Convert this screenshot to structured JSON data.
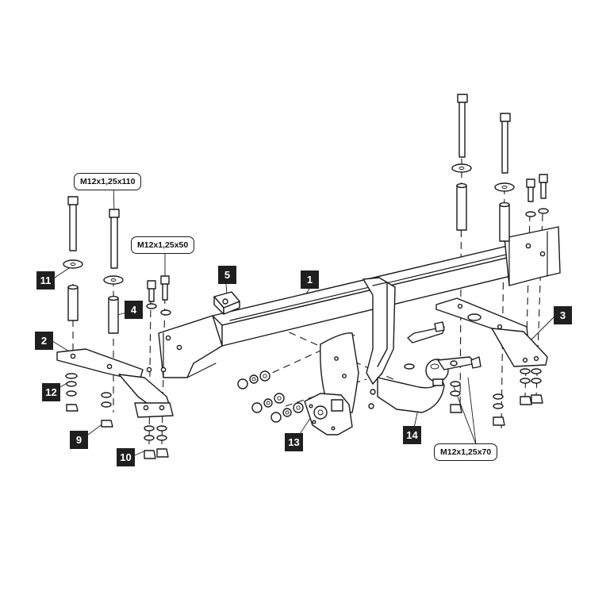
{
  "parts": {
    "p1": "1",
    "p2": "2",
    "p3": "3",
    "p4": "4",
    "p5": "5",
    "p9": "9",
    "p10": "10",
    "p11": "11",
    "p12": "12",
    "p13": "13",
    "p14": "14"
  },
  "bolts": {
    "b110": "M12x1,25x110",
    "b50": "M12x1,25x50",
    "b70": "M12x1,25x70"
  },
  "colors": {
    "line": "#1a1a1a",
    "badge": "#1f1f1f",
    "background": "#ffffff"
  }
}
